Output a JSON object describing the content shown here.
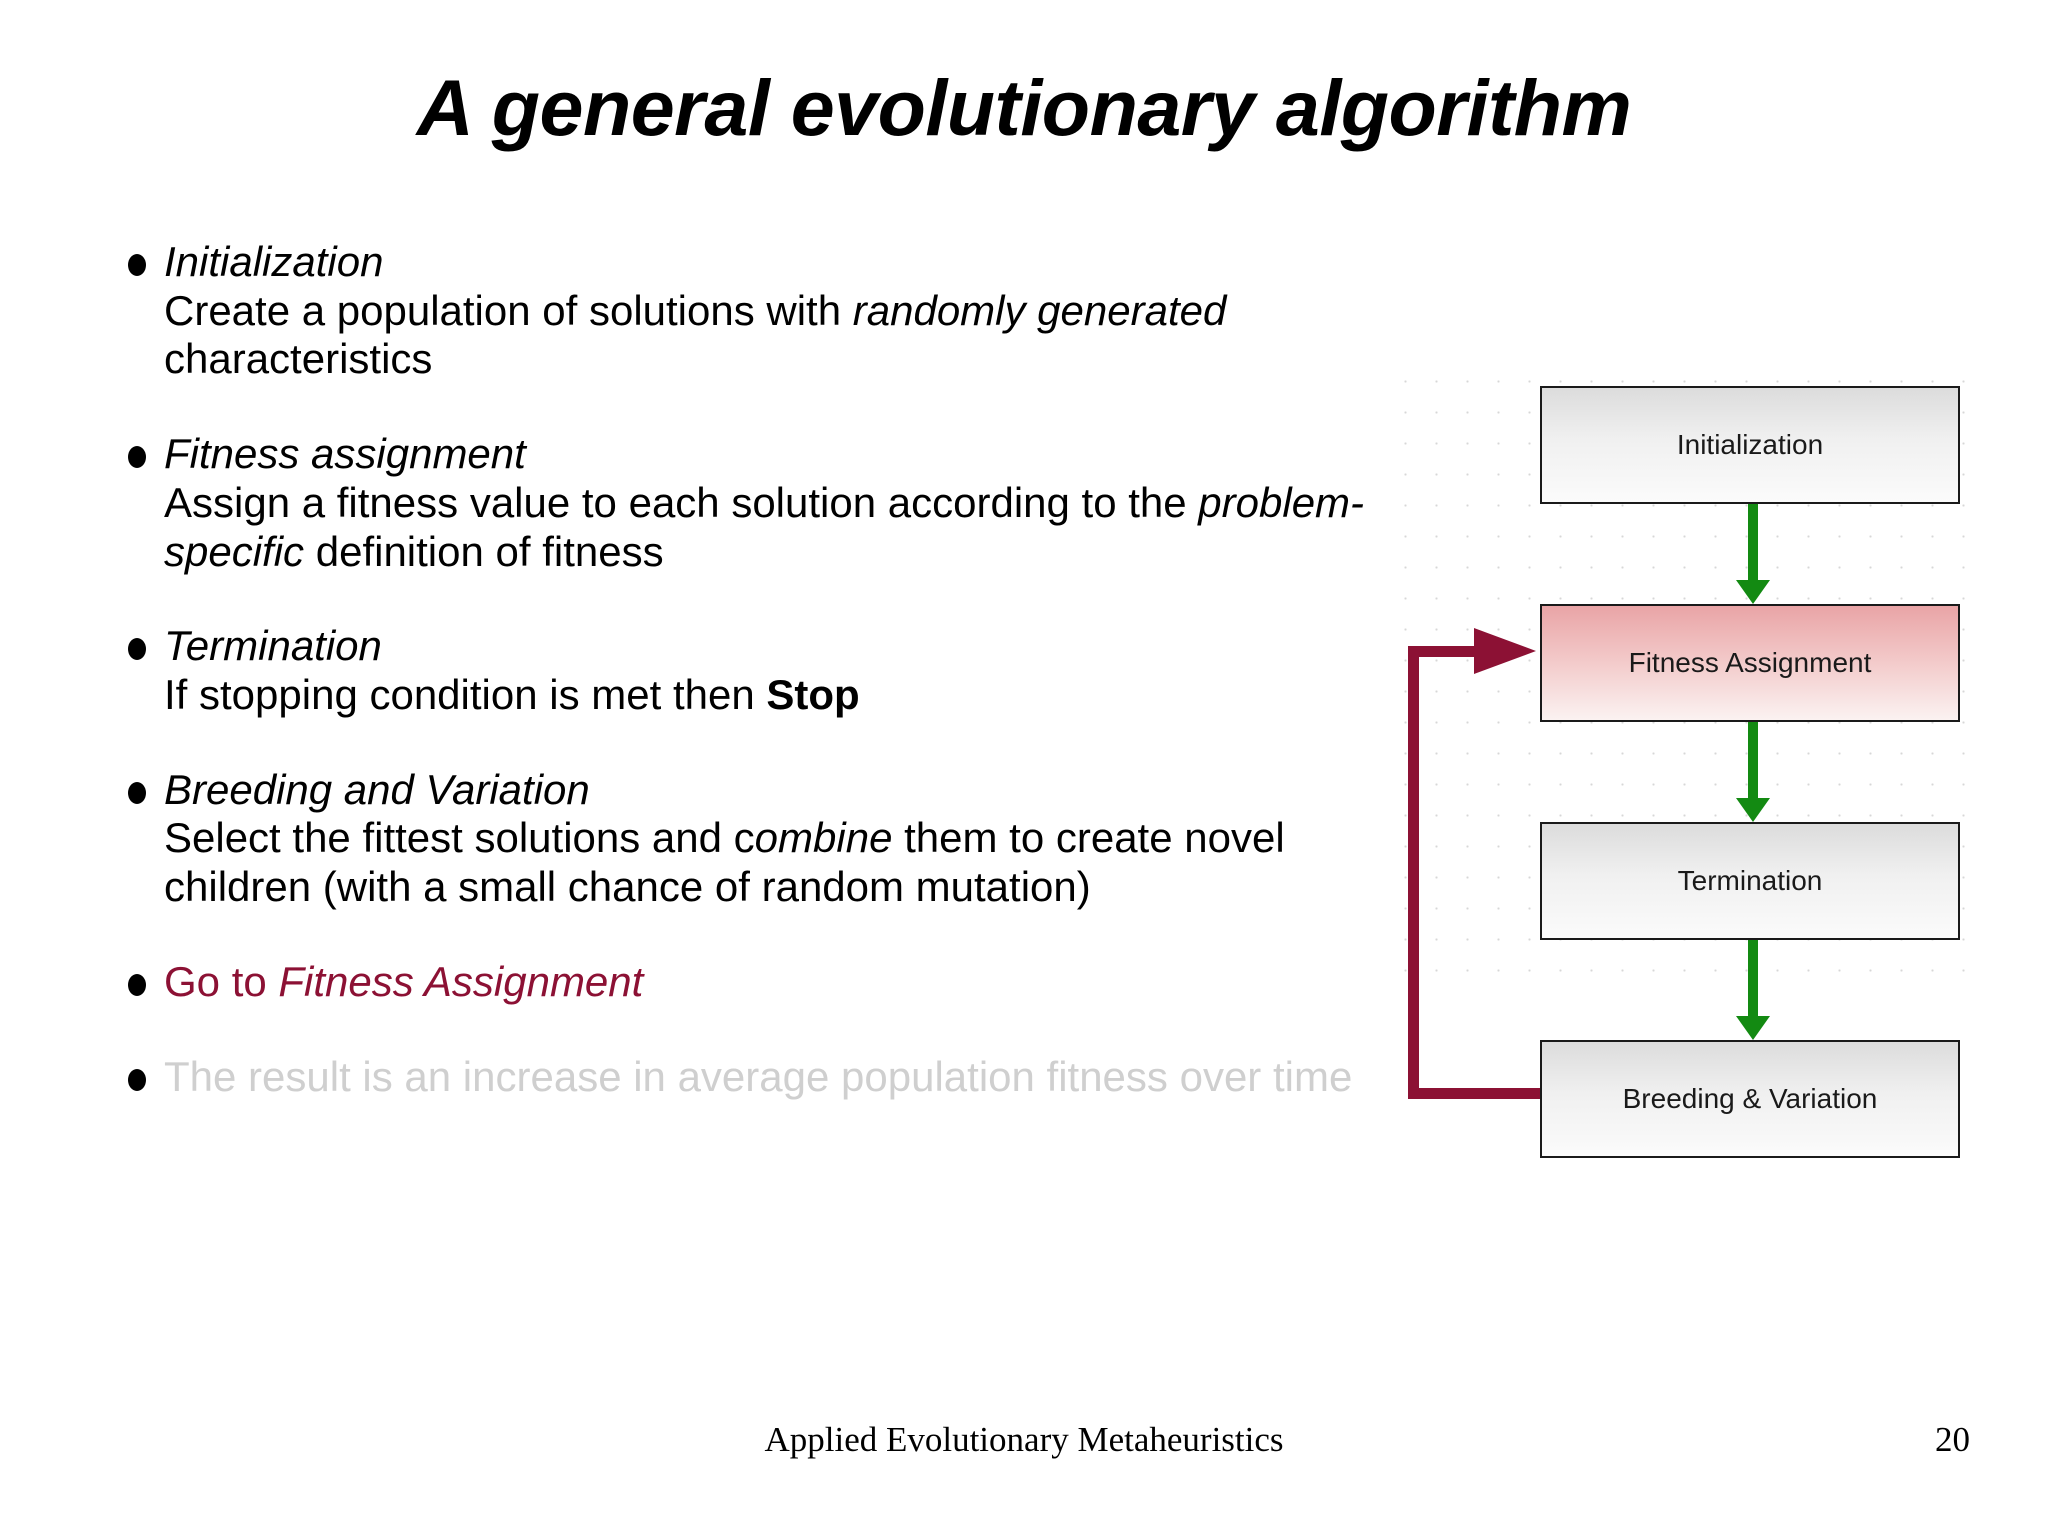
{
  "slide": {
    "title": "A general evolutionary algorithm",
    "page_number": "20",
    "footer": "Applied Evolutionary Metaheuristics",
    "accent_color": "#8C1134",
    "muted_color": "#CFCFCF",
    "arrow_green": "#138A12"
  },
  "bullets": [
    {
      "heading": "Initialization",
      "body_pre": "Create a population of solutions with ",
      "body_em": "randomly generated",
      "body_post": " characteristics"
    },
    {
      "heading": "Fitness assignment",
      "body_pre": "Assign a fitness value to each solution according to the ",
      "body_em": "problem-specific",
      "body_post": " definition of fitness"
    },
    {
      "heading": "Termination",
      "body_pre": "If stopping condition is met then ",
      "body_strong": "Stop",
      "body_post": ""
    },
    {
      "heading": "Breeding and Variation",
      "body_pre": "Select the fittest solutions and c",
      "body_em": "ombine",
      "body_post": " them to create novel children (with a small chance of random mutation)"
    }
  ],
  "goto_bullet": {
    "prefix": "Go to ",
    "target": "Fitness Assignment"
  },
  "result_bullet": {
    "text": "The result is an increase in average population fitness over time"
  },
  "diagram": {
    "nodes": [
      {
        "label": "Initialization",
        "highlight": false
      },
      {
        "label": "Fitness Assignment",
        "highlight": true
      },
      {
        "label": "Termination",
        "highlight": false
      },
      {
        "label": "Breeding & Variation",
        "highlight": false
      }
    ],
    "loop_from": "Breeding & Variation",
    "loop_to": "Fitness Assignment"
  }
}
